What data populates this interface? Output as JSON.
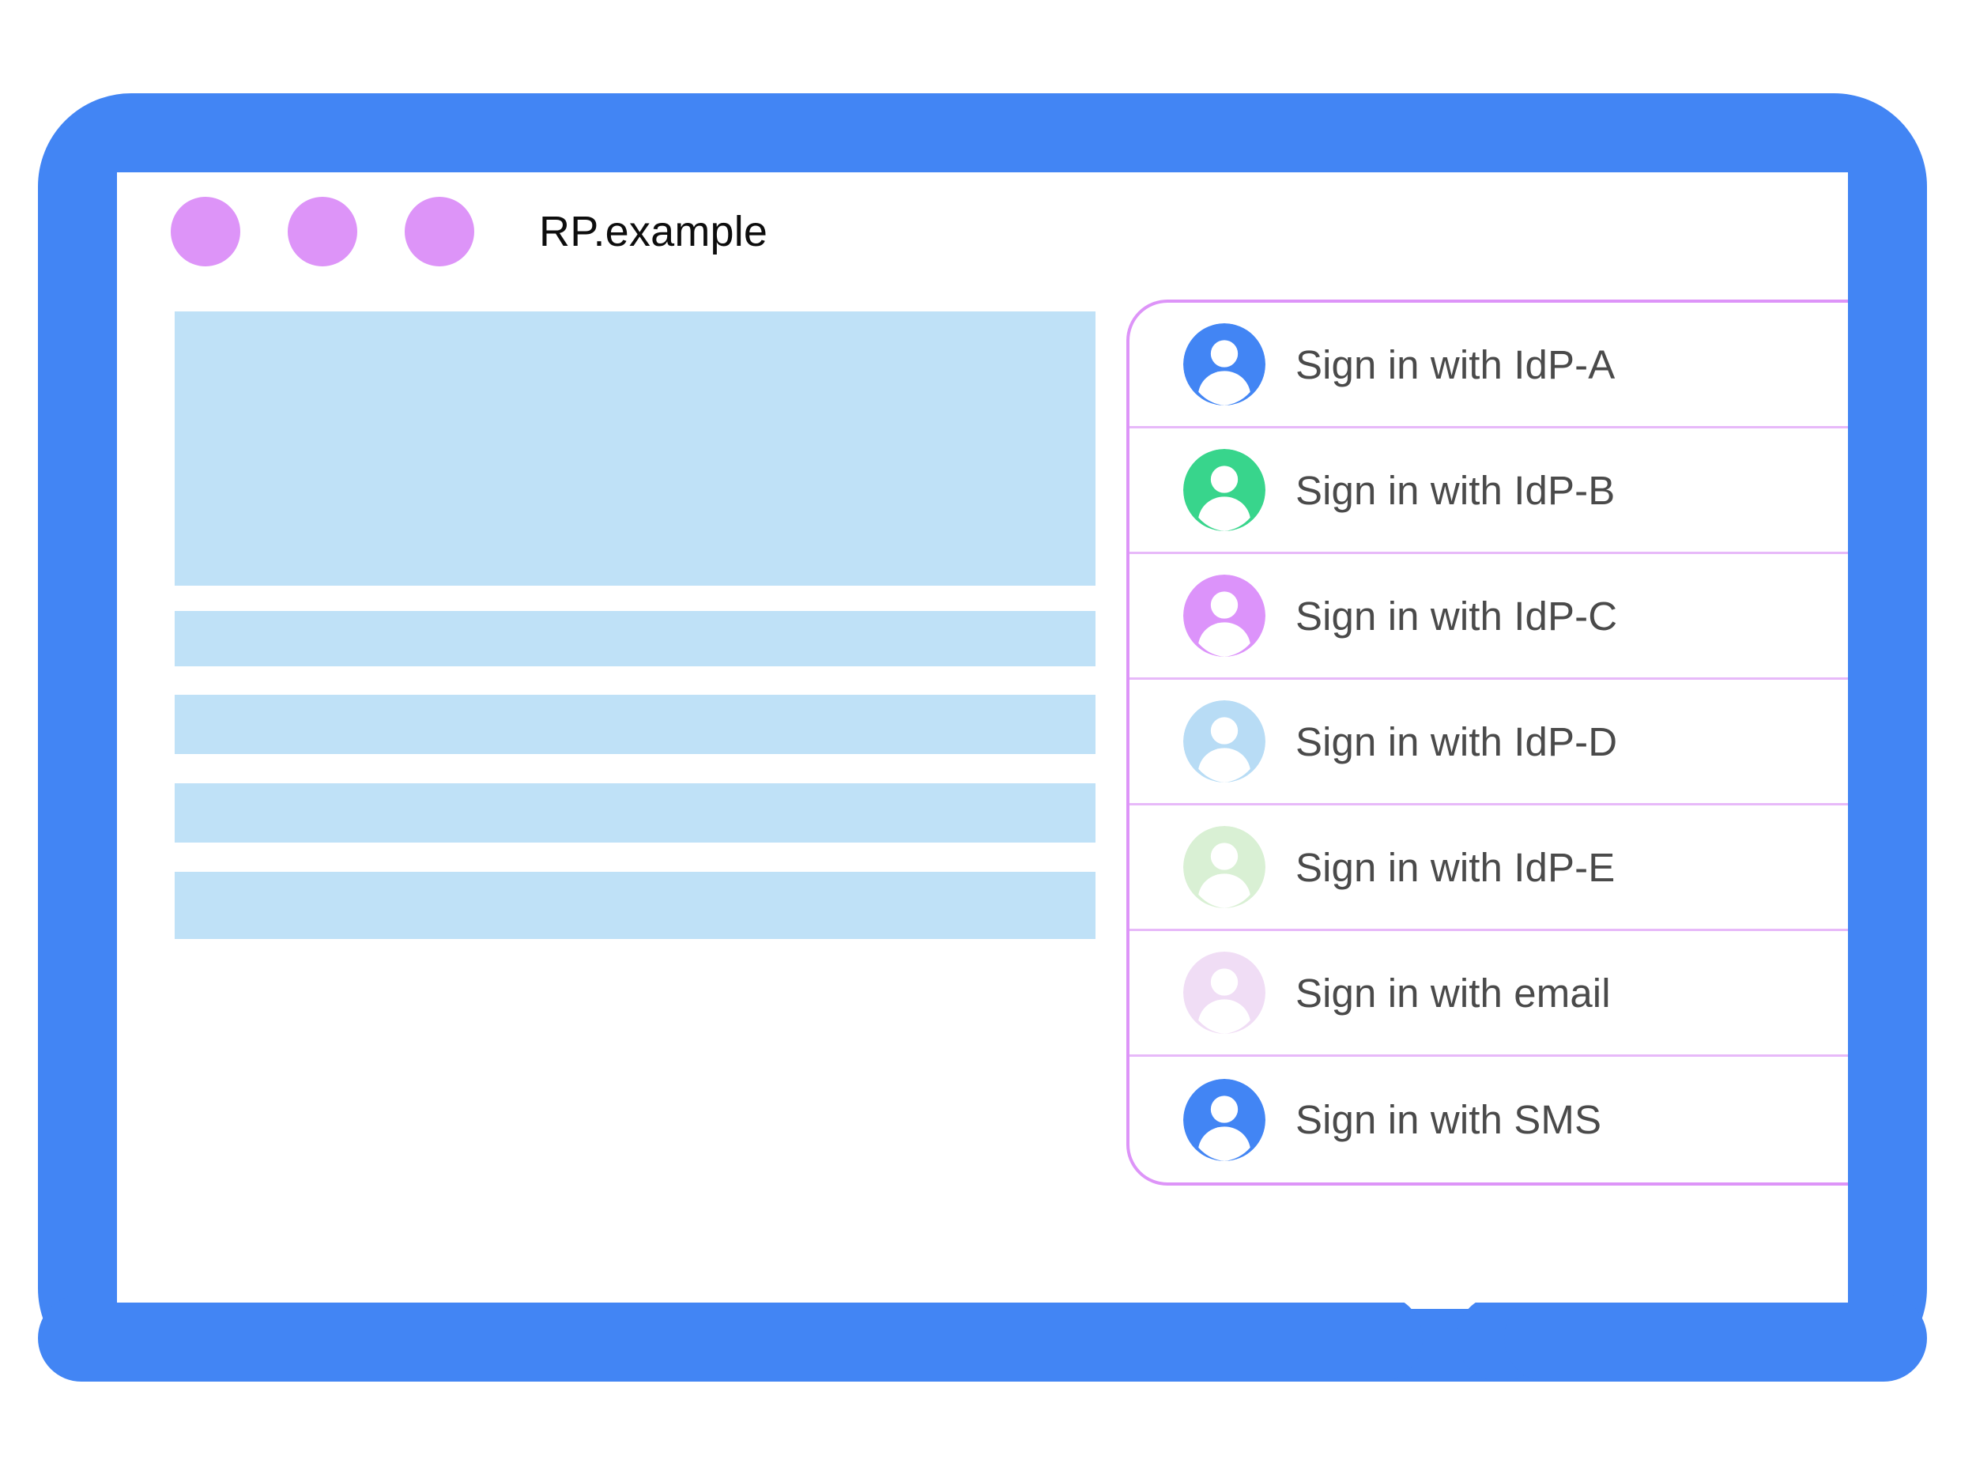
{
  "window": {
    "title": "RP.example",
    "titlebar_dots": [
      {
        "name": "dot-1",
        "color": "#DD94F8"
      },
      {
        "name": "dot-2",
        "color": "#DD94F8"
      },
      {
        "name": "dot-3",
        "color": "#DD94F8"
      }
    ],
    "frame_color": "#4285F4",
    "home_button": "home-button"
  },
  "content": {
    "placeholders": [
      {
        "name": "placeholder-hero",
        "color": "#BFE1F7"
      },
      {
        "name": "placeholder-bar-1",
        "color": "#BFE1F7"
      },
      {
        "name": "placeholder-bar-2",
        "color": "#BFE1F7"
      },
      {
        "name": "placeholder-bar-3",
        "color": "#BFE1F7"
      },
      {
        "name": "placeholder-bar-4",
        "color": "#BFE1F7"
      }
    ]
  },
  "signin_panel": {
    "border_color": "#DD94F8",
    "separator_color": "#E7B9F9",
    "label_color": "#4a4a4a",
    "options": [
      {
        "label": "Sign in with IdP-A",
        "icon": "account-avatar-icon",
        "avatar_color": "#4285F4"
      },
      {
        "label": "Sign in with IdP-B",
        "icon": "account-avatar-icon",
        "avatar_color": "#38D58C"
      },
      {
        "label": "Sign in with IdP-C",
        "icon": "account-avatar-icon",
        "avatar_color": "#DC93FA"
      },
      {
        "label": "Sign in with IdP-D",
        "icon": "account-avatar-icon",
        "avatar_color": "#B8DCF5"
      },
      {
        "label": "Sign in with IdP-E",
        "icon": "account-avatar-icon",
        "avatar_color": "#D9F0D4"
      },
      {
        "label": "Sign in with email",
        "icon": "account-avatar-icon",
        "avatar_color": "#F0DDF5"
      },
      {
        "label": "Sign in with SMS",
        "icon": "account-avatar-icon",
        "avatar_color": "#4285F4"
      }
    ]
  }
}
